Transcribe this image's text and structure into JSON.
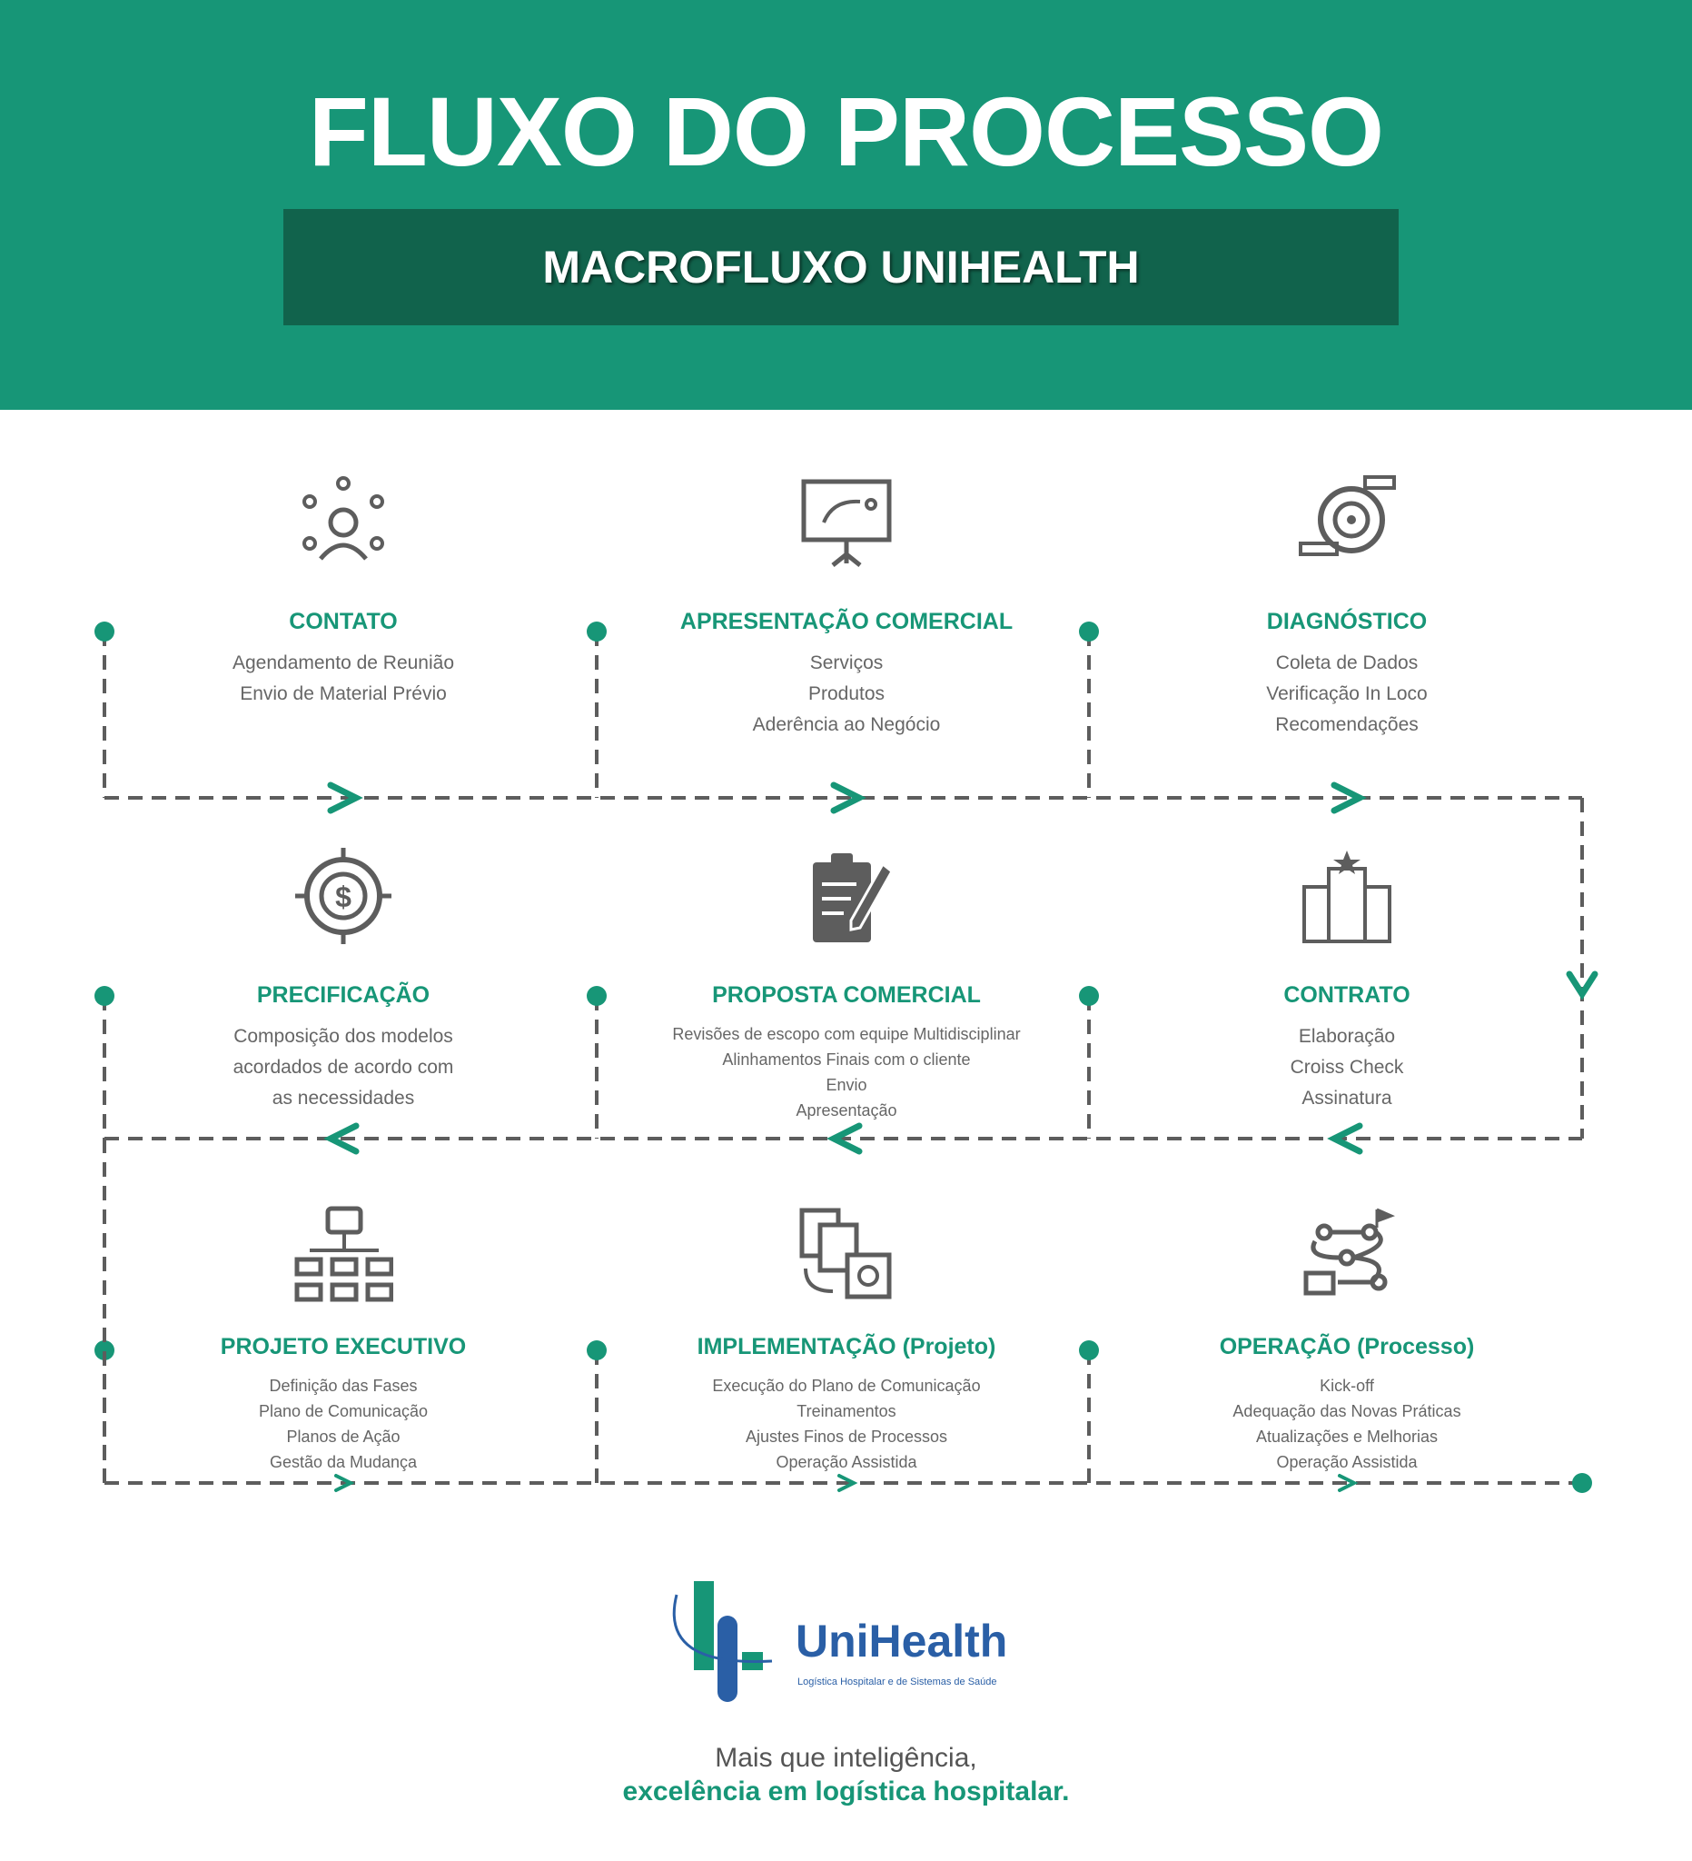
{
  "header": {
    "title": "FLUXO DO PROCESSO",
    "subtitle": "MACROFLUXO UNIHEALTH"
  },
  "steps": [
    {
      "title": "CONTATO",
      "icon": "networking-person-icon",
      "items": [
        "Agendamento de Reunião",
        "Envio de Material Prévio"
      ]
    },
    {
      "title": "APRESENTAÇÃO COMERCIAL",
      "icon": "strategy-board-icon",
      "items": [
        "Serviços",
        "Produtos",
        "Aderência ao Negócio"
      ]
    },
    {
      "title": "DIAGNÓSTICO",
      "icon": "target-diagnosis-icon",
      "items": [
        "Coleta de Dados",
        "Verificação In Loco",
        "Recomendações"
      ]
    },
    {
      "title": "PRECIFICAÇÃO",
      "icon": "dollar-target-icon",
      "items": [
        "Composição dos modelos",
        "acordados de acordo com",
        "as necessidades"
      ]
    },
    {
      "title": "PROPOSTA COMERCIAL",
      "icon": "clipboard-pen-icon",
      "items": [
        "Revisões de escopo com equipe Multidisciplinar",
        "Alinhamentos Finais com o cliente",
        "Envio",
        "Apresentação"
      ]
    },
    {
      "title": "CONTRATO",
      "icon": "contract-documents-icon",
      "items": [
        "Elaboração",
        "Croiss Check",
        "Assinatura"
      ]
    },
    {
      "title": "PROJETO EXECUTIVO",
      "icon": "org-chart-icon",
      "items": [
        "Definição das Fases",
        "Plano de Comunicação",
        "Planos de Ação",
        "Gestão da Mudança"
      ]
    },
    {
      "title": "IMPLEMENTAÇÃO (Projeto)",
      "icon": "documents-cycle-icon",
      "items": [
        "Execução do Plano de Comunicação",
        "Treinamentos",
        "Ajustes Finos de Processos",
        "Operação Assistida"
      ]
    },
    {
      "title": "OPERAÇÃO (Processo)",
      "icon": "route-flag-icon",
      "items": [
        "Kick-off",
        "Adequação das Novas Práticas",
        "Atualizações e Melhorias",
        "Operação Assistida"
      ]
    }
  ],
  "logo": {
    "name": "UniHealth",
    "tagline": "Logística Hospitalar e de Sistemas de Saúde"
  },
  "footer": {
    "line1": "Mais que inteligência,",
    "line2": "excelência em logística hospitalar."
  },
  "colors": {
    "green": "#179677",
    "dark_green": "#11634c",
    "gray": "#5d5d5d",
    "blue": "#2a5fa6"
  }
}
